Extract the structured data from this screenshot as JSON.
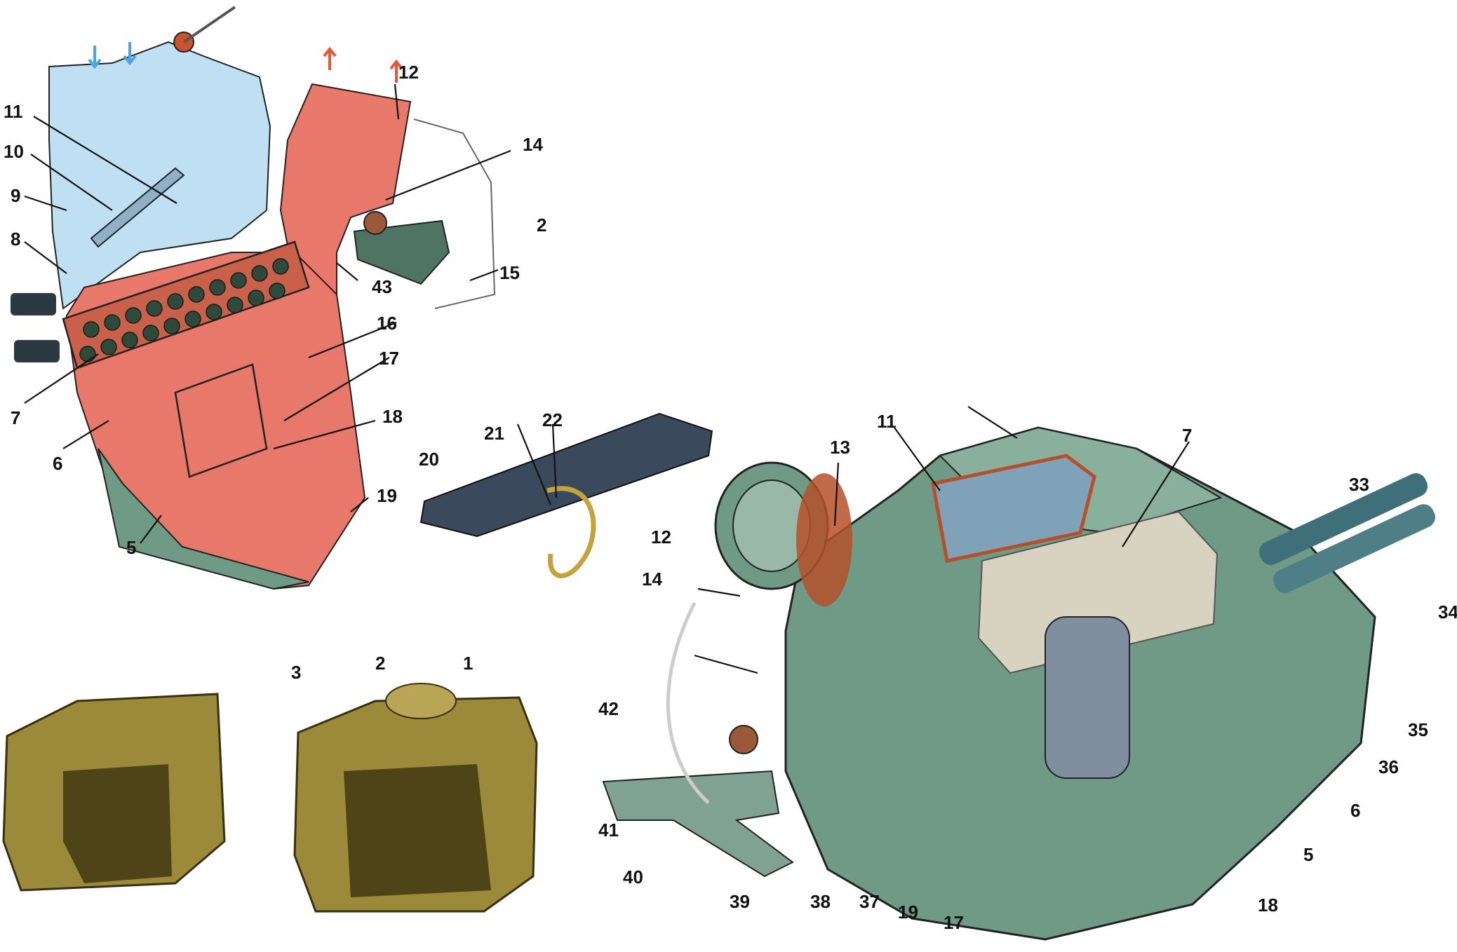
{
  "colors": {
    "cold_air": "#bfe0f2",
    "hot_air": "#e8786a",
    "housing_green": "#6f9a86",
    "housing_dark": "#3f6556",
    "copper_edge": "#b5502a",
    "tank_brass": "#9a8a3a",
    "flap_navy": "#3a4a5c",
    "outline": "#222222"
  },
  "labels": {
    "l1": "1",
    "l2a": "2",
    "l2b": "2",
    "l3": "3",
    "l5a": "5",
    "l5b": "5",
    "l6a": "6",
    "l6b": "6",
    "l7a": "7",
    "l7b": "7",
    "l8": "8",
    "l9": "9",
    "l10": "10",
    "l11a": "11",
    "l11b": "11",
    "l12a": "12",
    "l12b": "12",
    "l13": "13",
    "l14a": "14",
    "l14b": "14",
    "l15": "15",
    "l16": "16",
    "l17a": "17",
    "l17b": "17",
    "l18a": "18",
    "l18b": "18",
    "l19a": "19",
    "l19b": "19",
    "l20": "20",
    "l21": "21",
    "l22": "22",
    "l33": "33",
    "l34": "34",
    "l35": "35",
    "l36": "36",
    "l37": "37",
    "l38": "38",
    "l39": "39",
    "l40": "40",
    "l41": "41",
    "l42": "42",
    "l43": "43"
  }
}
